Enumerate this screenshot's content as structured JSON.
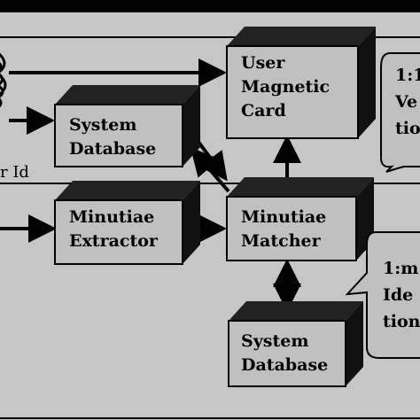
{
  "boxes": {
    "user_card": {
      "lines": [
        "User",
        "Magnetic",
        "Card"
      ]
    },
    "system_db_top": {
      "lines": [
        "System",
        "Database"
      ]
    },
    "minutiae_extractor": {
      "lines": [
        "Minutiae",
        "Extractor"
      ]
    },
    "minutiae_matcher": {
      "lines": [
        "Minutiae",
        "Matcher"
      ]
    },
    "system_db_bottom": {
      "lines": [
        "System",
        "Database"
      ]
    }
  },
  "callouts": {
    "verification": {
      "lines": [
        "1:1",
        "Ve",
        "tio"
      ]
    },
    "identification": {
      "lines": [
        "1:m",
        "Ide",
        "tion"
      ]
    }
  },
  "side_label": "r Id",
  "colors": {
    "background": "#c6c6c6",
    "box_face": "#c0c0c0",
    "box_side": "#111111",
    "border": "#000000"
  }
}
